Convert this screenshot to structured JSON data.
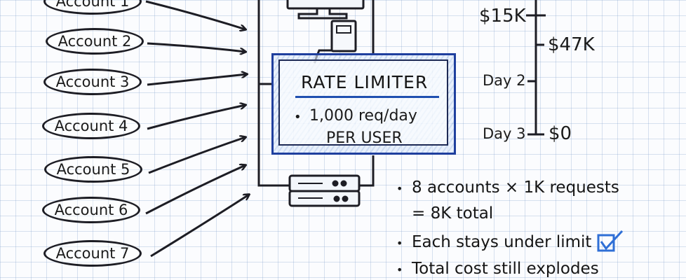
{
  "accounts": [
    {
      "label": "Account 1"
    },
    {
      "label": "Account 2"
    },
    {
      "label": "Account 3"
    },
    {
      "label": "Account 4"
    },
    {
      "label": "Account 5"
    },
    {
      "label": "Account 6"
    },
    {
      "label": "Account 7"
    }
  ],
  "limiter": {
    "title": "RATE  LIMITER",
    "rule_line1": "1,000 req/day",
    "rule_line2": "PER USER"
  },
  "timeline": {
    "top_amount": "$15K",
    "mid_amount": "$47K",
    "day2_label": "Day 2",
    "day3_label": "Day 3",
    "end_amount": "$0"
  },
  "notes": [
    {
      "text": "8 accounts × 1K requests"
    },
    {
      "text": "= 8K total"
    },
    {
      "text": "Each stays under limit"
    },
    {
      "text": "Total cost still explodes"
    }
  ],
  "colors": {
    "accent": "#1f3f9e",
    "checkmark": "#2f6fd6",
    "ink": "#1d1d24"
  }
}
